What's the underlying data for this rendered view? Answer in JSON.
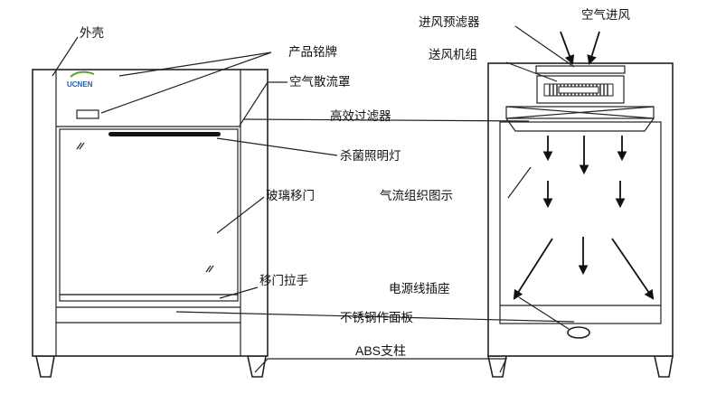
{
  "logo": {
    "brand": "UCNEN"
  },
  "labels": {
    "shell": "外壳",
    "nameplate": "产品铭牌",
    "air_diffuser": "空气散流罩",
    "hepa_filter": "高效过滤器",
    "uv_light": "杀菌照明灯",
    "glass_door": "玻璃移门",
    "airflow_diagram": "气流组织图示",
    "door_handle": "移门拉手",
    "power_socket": "电源线插座",
    "worktop": "不锈钢作面板",
    "abs_leg": "ABS支柱",
    "pre_filter": "进风预滤器",
    "air_inlet": "空气进风",
    "blower": "送风机组"
  },
  "colors": {
    "line": "#222222",
    "logo_blue": "#1f5fa8",
    "logo_green": "#5aa032"
  }
}
